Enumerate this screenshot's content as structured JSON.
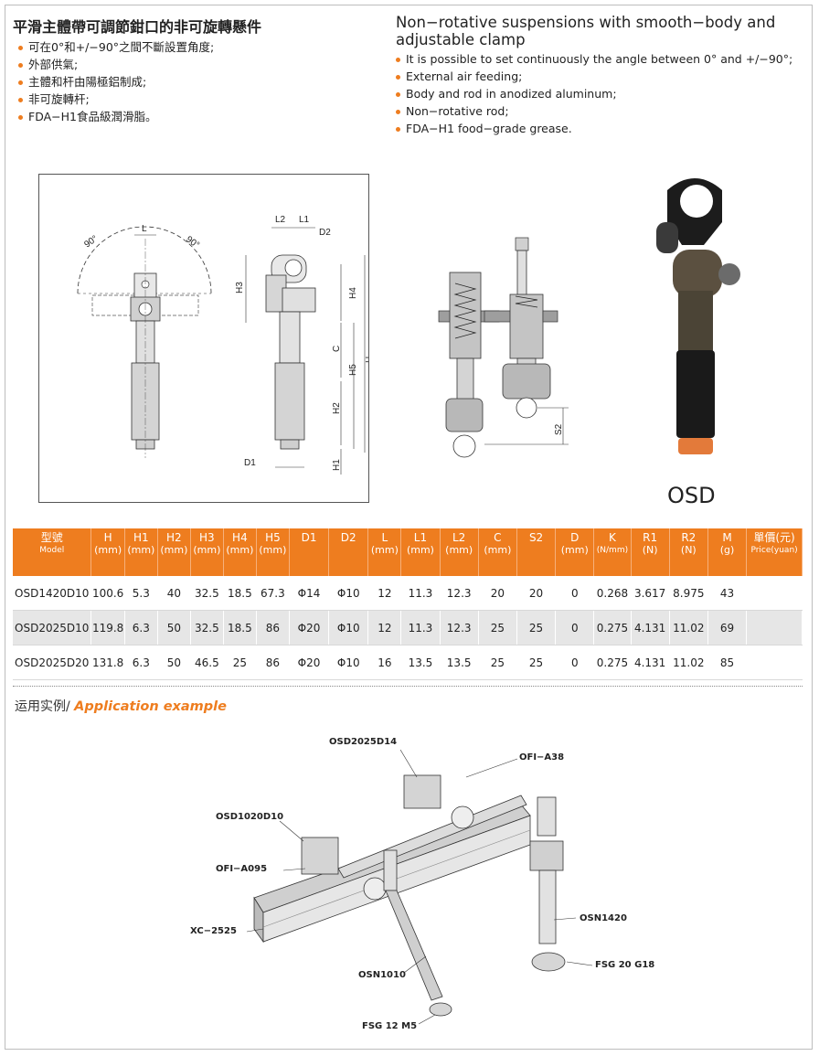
{
  "header": {
    "title_zh": "平滑主體帶可調節鉗口的非可旋轉懸件",
    "bullets_zh": [
      "可在0°和+/−90°之間不斷設置角度;",
      "外部供氣;",
      "主體和杆由陽極鋁制成;",
      "非可旋轉杆;",
      "FDA−H1食品級潤滑脂。"
    ],
    "title_en": "Non−rotative suspensions with smooth−body and adjustable clamp",
    "bullets_en": [
      "It is possible to set continuously the angle between 0° and +/−90°;",
      "External air feeding;",
      "Body and rod in anodized aluminum;",
      "Non−rotative rod;",
      "FDA−H1 food−grade grease."
    ]
  },
  "drawing": {
    "angle_left": "90°",
    "angle_right": "90°",
    "dims": {
      "L": "L",
      "L1": "L1",
      "L2": "L2",
      "D1": "D1",
      "D2": "D2",
      "H": "H",
      "H1": "H1",
      "H2": "H2",
      "H3": "H3",
      "H4": "H4",
      "H5": "H5",
      "C": "C",
      "S2": "S2"
    }
  },
  "product_label": "OSD",
  "table": {
    "headers": [
      {
        "name": "型號",
        "unit": "Model"
      },
      {
        "name": "H",
        "unit": "(mm)"
      },
      {
        "name": "H1",
        "unit": "(mm)"
      },
      {
        "name": "H2",
        "unit": "(mm)"
      },
      {
        "name": "H3",
        "unit": "(mm)"
      },
      {
        "name": "H4",
        "unit": "(mm)"
      },
      {
        "name": "H5",
        "unit": "(mm)"
      },
      {
        "name": "D1",
        "unit": ""
      },
      {
        "name": "D2",
        "unit": ""
      },
      {
        "name": "L",
        "unit": "(mm)"
      },
      {
        "name": "L1",
        "unit": "(mm)"
      },
      {
        "name": "L2",
        "unit": "(mm)"
      },
      {
        "name": "C",
        "unit": "(mm)"
      },
      {
        "name": "S2",
        "unit": ""
      },
      {
        "name": "D",
        "unit": "(mm)"
      },
      {
        "name": "K",
        "unit": "(N/mm)"
      },
      {
        "name": "R1",
        "unit": "(N)"
      },
      {
        "name": "R2",
        "unit": "(N)"
      },
      {
        "name": "M",
        "unit": "(g)"
      },
      {
        "name": "單價(元)",
        "unit": "Price(yuan)"
      }
    ],
    "rows": [
      [
        "OSD1420D10",
        "100.6",
        "5.3",
        "40",
        "32.5",
        "18.5",
        "67.3",
        "Φ14",
        "Φ10",
        "12",
        "11.3",
        "12.3",
        "20",
        "20",
        "0",
        "0.268",
        "3.617",
        "8.975",
        "43",
        ""
      ],
      [
        "OSD2025D10",
        "119.8",
        "6.3",
        "50",
        "32.5",
        "18.5",
        "86",
        "Φ20",
        "Φ10",
        "12",
        "11.3",
        "12.3",
        "25",
        "25",
        "0",
        "0.275",
        "4.131",
        "11.02",
        "69",
        ""
      ],
      [
        "OSD2025D20",
        "131.8",
        "6.3",
        "50",
        "46.5",
        "25",
        "86",
        "Φ20",
        "Φ10",
        "16",
        "13.5",
        "13.5",
        "25",
        "25",
        "0",
        "0.275",
        "4.131",
        "11.02",
        "85",
        ""
      ]
    ]
  },
  "application": {
    "title_zh": "运用实例/",
    "title_en": "Application example",
    "labels": {
      "osd2025d14": "OSD2025D14",
      "ofi_a38": "OFI−A38",
      "osd1020d10": "OSD1020D10",
      "ofi_a095": "OFI−A095",
      "xc_2525": "XC−2525",
      "osn1420": "OSN1420",
      "fsg20": "FSG 20  G18",
      "osn1010": "OSN1010",
      "fsg12": "FSG 12  M5"
    }
  },
  "colors": {
    "accent": "#ee7d1f",
    "row_alt": "#e6e6e6"
  }
}
